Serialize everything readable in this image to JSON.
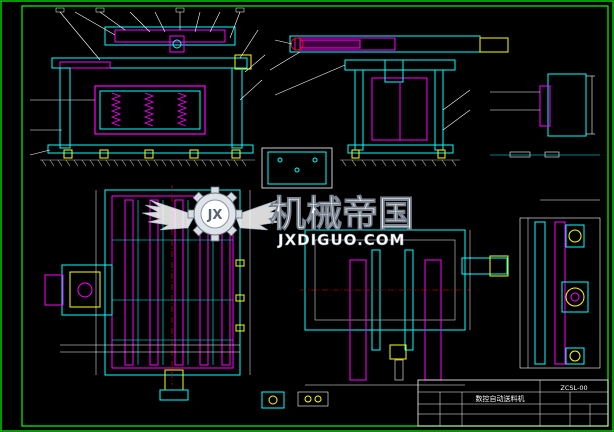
{
  "watermark": {
    "title": "机械帝国",
    "subtitle": "JXDIGUO.COM",
    "logo_letters": "JX"
  },
  "title_block": {
    "drawing_number": "ZCSL-00",
    "drawing_title": "数控自动送料机"
  },
  "colors": {
    "background": "#000000",
    "frame": "#00ff00",
    "outline": "#00ffff",
    "part": "#ff00ff",
    "dimension": "#ffffff",
    "hatch": "#c0c0c0",
    "highlight": "#ffff00",
    "accent": "#ff0000",
    "watermark": "#ffffff"
  }
}
